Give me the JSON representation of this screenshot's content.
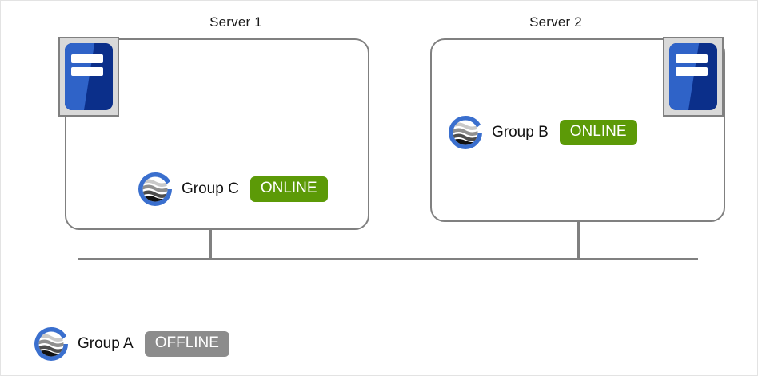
{
  "diagram": {
    "servers": [
      {
        "title": "Server 1",
        "icon_name": "server-node-icon",
        "icon_position": "left",
        "group": {
          "label": "Group  C",
          "status": "ONLINE",
          "status_kind": "online"
        }
      },
      {
        "title": "Server 2",
        "icon_name": "server-node-icon",
        "icon_position": "right",
        "group": {
          "label": "Group  B",
          "status": "ONLINE",
          "status_kind": "online"
        }
      }
    ],
    "standalone_group": {
      "label": "Group A",
      "status": "OFFLINE",
      "status_kind": "offline"
    },
    "colors": {
      "online_badge": "#5c9a07",
      "offline_badge": "#8c8c8c",
      "line": "#808080",
      "box_border": "#808080",
      "icon_blue_light": "#2f63c8",
      "icon_blue_dark": "#0b2f8a",
      "icon_frame": "#d9d9d9",
      "logo_ring": "#3a6fce"
    }
  }
}
